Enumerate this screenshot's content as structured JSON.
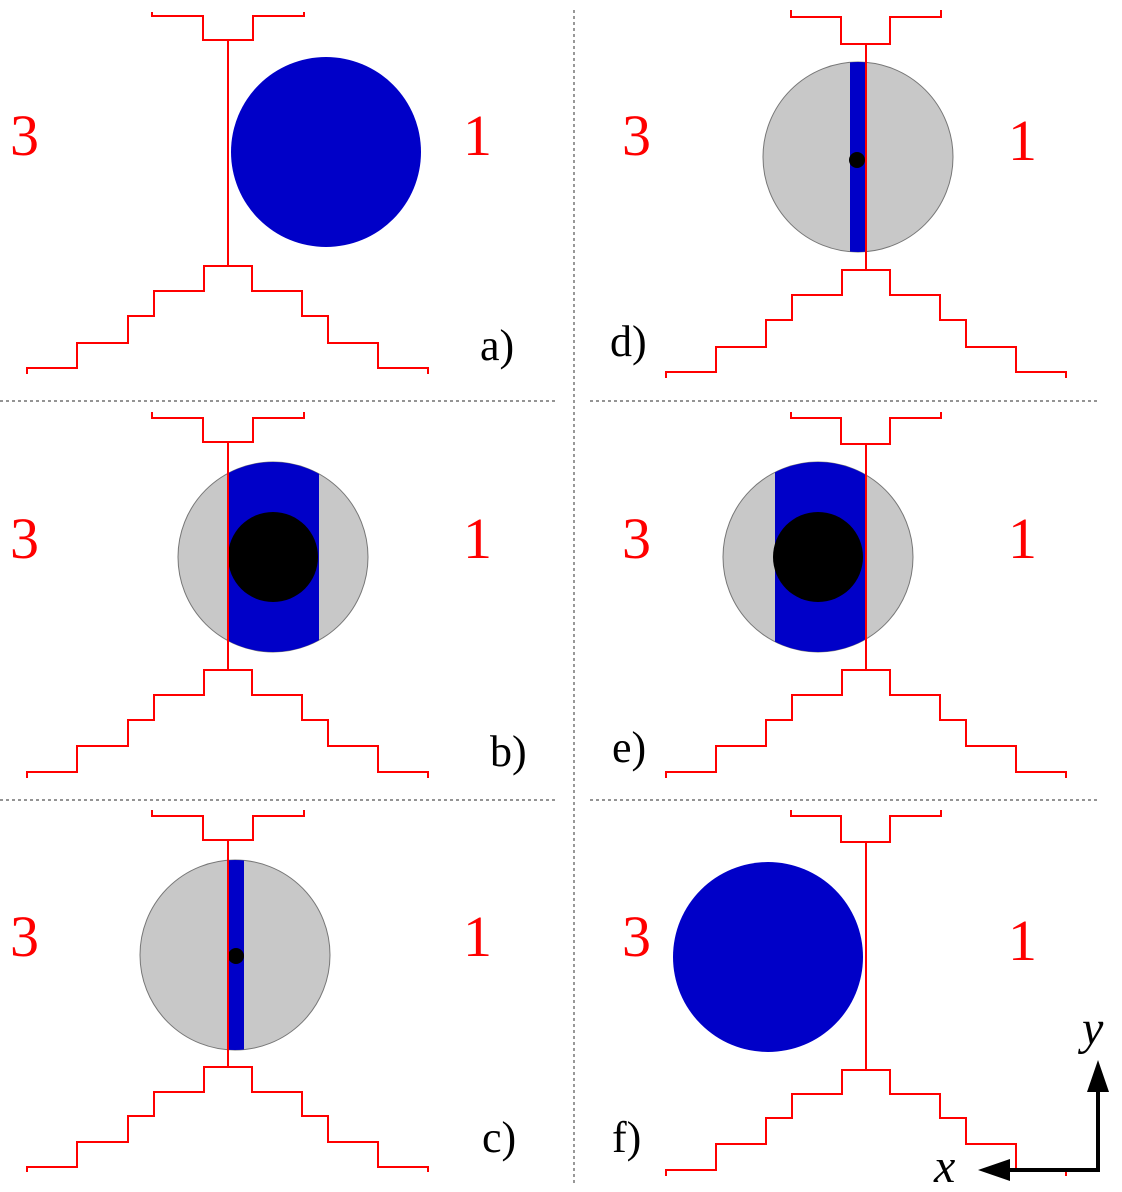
{
  "colors": {
    "wall": "#ff0000",
    "blob": "#0000c8",
    "halo": "#c8c8c8",
    "core": "#000000",
    "divider": "#555555",
    "text_red": "#ff0000",
    "text_black": "#000000"
  },
  "region_labels": {
    "left": "3",
    "right": "1"
  },
  "panels": [
    {
      "id": "a",
      "label": "a)",
      "state": "blob-right"
    },
    {
      "id": "b",
      "label": "b)",
      "state": "band-right-core"
    },
    {
      "id": "c",
      "label": "c)",
      "state": "thin-band-dot"
    },
    {
      "id": "d",
      "label": "d)",
      "state": "thin-band-dot-left"
    },
    {
      "id": "e",
      "label": "e)",
      "state": "band-left-core"
    },
    {
      "id": "f",
      "label": "f)",
      "state": "blob-left"
    }
  ],
  "axes": {
    "x_label": "x",
    "y_label": "y"
  }
}
